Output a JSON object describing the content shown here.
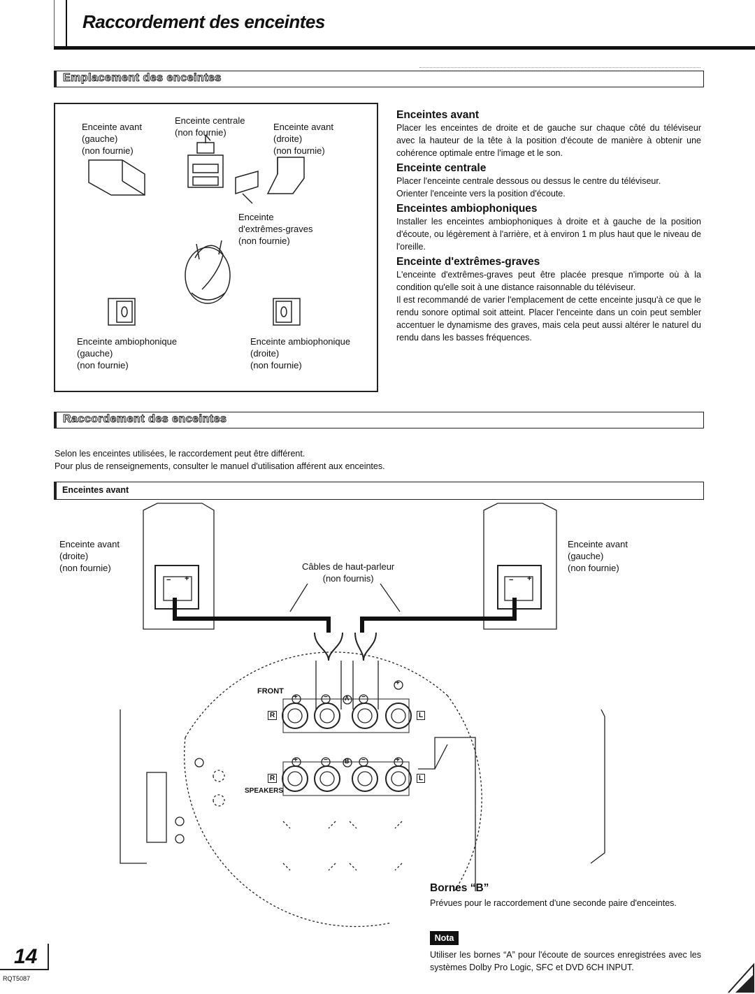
{
  "page": {
    "title": "Raccordement des enceintes",
    "page_number": "14",
    "doc_code": "RQT5087"
  },
  "section1": {
    "heading": "Emplacement des enceintes",
    "figure": {
      "front_left": [
        "Enceinte avant",
        "(gauche)",
        "(non fournie)"
      ],
      "center": [
        "Enceinte centrale",
        "(non fournie)"
      ],
      "front_right": [
        "Enceinte avant",
        "(droite)",
        "(non fournie)"
      ],
      "subwoofer": [
        "Enceinte",
        "d'extrêmes-graves",
        "(non fournie)"
      ],
      "surround_left": [
        "Enceinte ambiophonique",
        "(gauche)",
        "(non fournie)"
      ],
      "surround_right": [
        "Enceinte ambiophonique",
        "(droite)",
        "(non fournie)"
      ]
    },
    "blocks": [
      {
        "heading": "Enceintes avant",
        "text": "Placer les enceintes de droite et de gauche sur chaque côté du téléviseur avec la hauteur de la tête à la position d'écoute de manière à obtenir une cohérence optimale entre l'image et le son."
      },
      {
        "heading": "Enceinte centrale",
        "text": "Placer l'enceinte centrale dessous ou dessus le centre du téléviseur.",
        "text2": "Orienter l'enceinte vers la position d'écoute."
      },
      {
        "heading": "Enceintes ambiophoniques",
        "text": "Installer les enceintes ambiophoniques à droite et à gauche de la position d'écoute, ou légèrement à l'arrière, et à environ 1 m plus haut que le niveau de l'oreille."
      },
      {
        "heading": "Enceinte d'extrêmes-graves",
        "text": "L'enceinte d'extrêmes-graves peut être placée presque n'importe où à la condition qu'elle soit à une distance raisonnable du téléviseur.",
        "text2": "Il est recommandé de varier l'emplacement de cette enceinte jusqu'à ce que le rendu sonore optimal soit atteint. Placer l'enceinte dans un coin peut sembler accentuer le dynamisme des graves, mais cela peut aussi altérer le naturel du rendu dans les basses fréquences."
      }
    ]
  },
  "section2": {
    "heading": "Raccordement des enceintes",
    "intro1": "Selon les enceintes utilisées, le raccordement peut être différent.",
    "intro2": "Pour plus de renseignements, consulter le manuel d'utilisation afférent aux enceintes.",
    "subheading": "Enceintes avant",
    "diagram": {
      "right_speaker": [
        "Enceinte avant",
        "(droite)",
        "(non fournie)"
      ],
      "left_speaker": [
        "Enceinte avant",
        "(gauche)",
        "(non fournie)"
      ],
      "cables": [
        "Câbles de haut-parleur",
        "(non fournis)"
      ],
      "front": "FRONT",
      "speakers": "SPEAKERS",
      "plus": "+",
      "minus": "−",
      "a": "A",
      "b": "B",
      "r": "R",
      "l": "L"
    },
    "bornes_b": {
      "heading": "Bornes “B”",
      "text": "Prévues pour le raccordement d'une seconde paire d'enceintes."
    },
    "nota": {
      "label": "Nota",
      "text": "Utiliser les bornes “A” pour l'écoute de sources enregistrées avec les systèmes Dolby Pro Logic, SFC et DVD 6CH INPUT."
    }
  }
}
